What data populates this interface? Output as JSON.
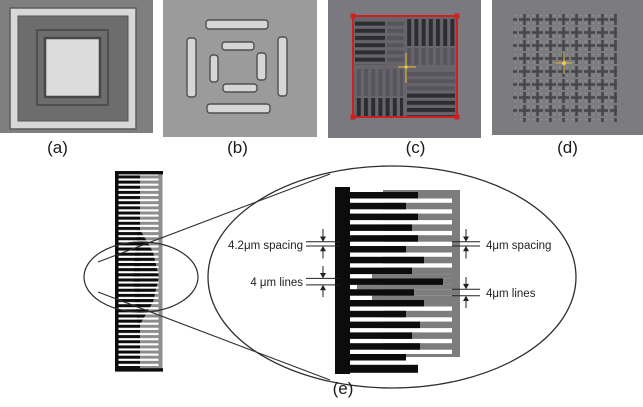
{
  "panel_labels": {
    "a": "(a)",
    "b": "(b)",
    "c": "(c)",
    "d": "(d)",
    "e": "(e)"
  },
  "dimension_annotations": {
    "left_spacing": "4.2μm spacing",
    "left_lines": "4 μm lines",
    "right_spacing": "4μm spacing",
    "right_lines": "4μm lines"
  },
  "colors": {
    "micrograph_background": "#7f7f7f",
    "micrograph_light": "#d8d8d8",
    "grating_dark": "#2c2c33",
    "grating_mid": "#56555e",
    "roi_box_red": "#cf2020",
    "alignment_marker_yellow": "#c9a245",
    "diagram_black": "#0c0c0c",
    "diagram_gray": "#7d7d7d"
  }
}
